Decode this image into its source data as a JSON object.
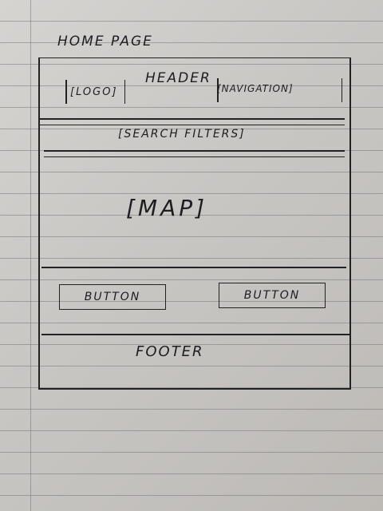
{
  "title": "HOME PAGE",
  "header": {
    "label": "HEADER",
    "logo": "[LOGO]",
    "navigation": "[NAVIGATION]"
  },
  "filters": {
    "label": "[SEARCH FILTERS]"
  },
  "map": {
    "label": "[MAP]"
  },
  "buttons": [
    {
      "label": "BUTTON"
    },
    {
      "label": "BUTTON"
    }
  ],
  "footer": {
    "label": "FOOTER"
  }
}
